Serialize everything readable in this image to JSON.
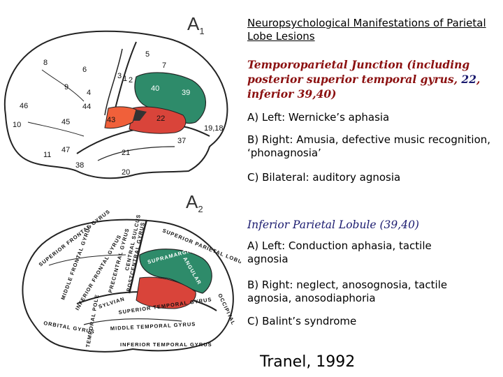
{
  "figure_a1": {
    "panel_label_main": "A",
    "panel_label_sub": "1",
    "area_numbers": [
      "8",
      "6",
      "5",
      "7",
      "3",
      "1",
      "2",
      "9",
      "4",
      "40",
      "39",
      "46",
      "44",
      "10",
      "45",
      "22",
      "19,18",
      "43",
      "37",
      "11",
      "47",
      "21",
      "38",
      "20"
    ]
  },
  "figure_a2": {
    "panel_label_main": "A",
    "panel_label_sub": "2",
    "gyrus_labels": {
      "superior_frontal": "SUPERIOR FRONTAL GYRUS",
      "middle_frontal": "MIDDLE FRONTAL GYRUS",
      "inferior_frontal": "INFERIOR FRONTAL GYRUS",
      "precentral": "PRECENTRAL GYRUS",
      "central_sulcus": "CENTRAL SULCUS",
      "postcentral": "POSTCENTRAL GYRUS",
      "superior_parietal": "SUPERIOR PARIETAL LOBULE",
      "supramarginal": "SUPRAMARGINAL",
      "angular": "ANGULAR",
      "sylvian": "SYLVIAN",
      "superior_temporal": "SUPERIOR TEMPORAL GYRUS",
      "middle_temporal": "MIDDLE TEMPORAL GYRUS",
      "inferior_temporal": "INFERIOR TEMPORAL GYRUS",
      "orbital": "ORBITAL GYRUS",
      "occipital": "OCCIPITAL",
      "temporal_pole": "TEMPORAL POLE"
    }
  },
  "text": {
    "title": "Neuropsychological Manifestations of Parietal Lobe Lesions",
    "section1_heading_a": "Temporoparietal Junction (including posterior superior temporal gyrus, ",
    "section1_heading_b": "22",
    "section1_heading_c": ", inferior 39,40)",
    "section1_items": [
      "A)  Left:  Wernicke’s aphasia",
      "B)  Right:  Amusia, defective music recognition, ‘phonagnosia’",
      "C)  Bilateral:  auditory agnosia"
    ],
    "section2_heading": "Inferior Parietal Lobule (39,40)",
    "section2_items": [
      "A)  Left:  Conduction aphasia, tactile agnosia",
      "B)  Right:  neglect, anosognosia, tactile agnosia, anosodiaphoria",
      "C)  Balint’s syndrome"
    ],
    "citation": "Tranel, 1992"
  },
  "colors": {
    "green_region": "#2e8b6a",
    "red_region": "#d9443a",
    "orange_region": "#f0603a",
    "section_heading_red": "#8b1010",
    "section_heading_blue": "#1a1a6e"
  }
}
